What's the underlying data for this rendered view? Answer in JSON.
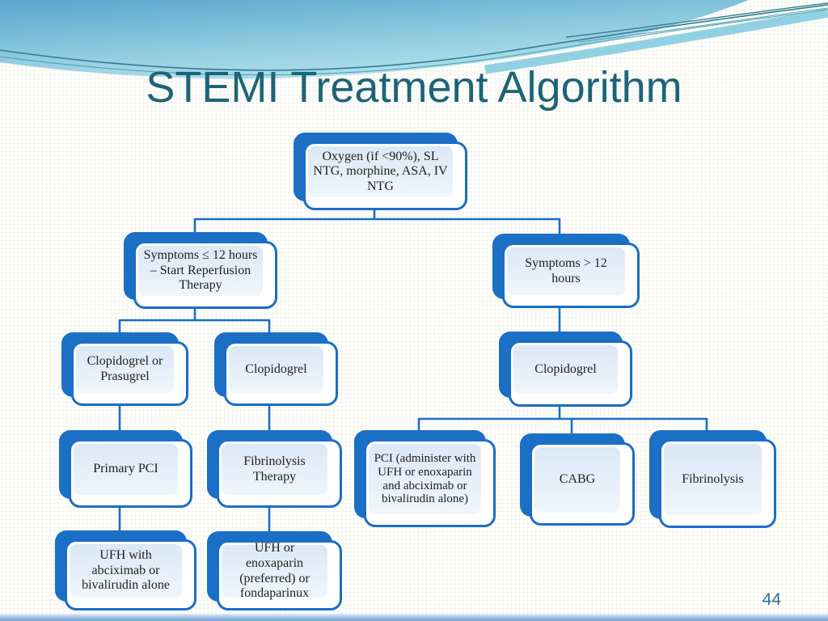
{
  "slide": {
    "title": "STEMI Treatment Algorithm",
    "page_number": "44"
  },
  "colors": {
    "accent_blue": "#1b6ec5",
    "box_fill_light": "#e3edf8",
    "title_teal": "#1d6478",
    "page_number_color": "#2f6e8e",
    "wave_blue_dark": "#58a8cf",
    "wave_cyan_light": "#aedeea"
  },
  "diagram": {
    "nodes": [
      {
        "id": "root",
        "label": "Oxygen (if <90%), SL NTG, morphine, ASA, IV NTG"
      },
      {
        "id": "symptoms-le-12h",
        "label": "Symptoms ≤ 12 hours – Start Reperfusion Therapy"
      },
      {
        "id": "symptoms-gt-12h",
        "label": "Symptoms > 12 hours"
      },
      {
        "id": "clopidogrel-or-prasugrel",
        "label": "Clopidogrel or Prasugrel"
      },
      {
        "id": "clopidogrel-left",
        "label": "Clopidogrel"
      },
      {
        "id": "clopidogrel-right",
        "label": "Clopidogrel"
      },
      {
        "id": "primary-pci",
        "label": "Primary PCI"
      },
      {
        "id": "fibrinolysis-therapy",
        "label": "Fibrinolysis Therapy"
      },
      {
        "id": "ufh-abciximab",
        "label": "UFH with abciximab or bivalirudin alone"
      },
      {
        "id": "ufh-enoxaparin",
        "label": "UFH or enoxaparin (preferred) or fondaparinux"
      },
      {
        "id": "pci-administer",
        "label": "PCI (administer with UFH or enoxaparin and abciximab or bivalirudin alone)"
      },
      {
        "id": "cabg",
        "label": "CABG"
      },
      {
        "id": "fibrinolysis",
        "label": "Fibrinolysis"
      }
    ]
  }
}
